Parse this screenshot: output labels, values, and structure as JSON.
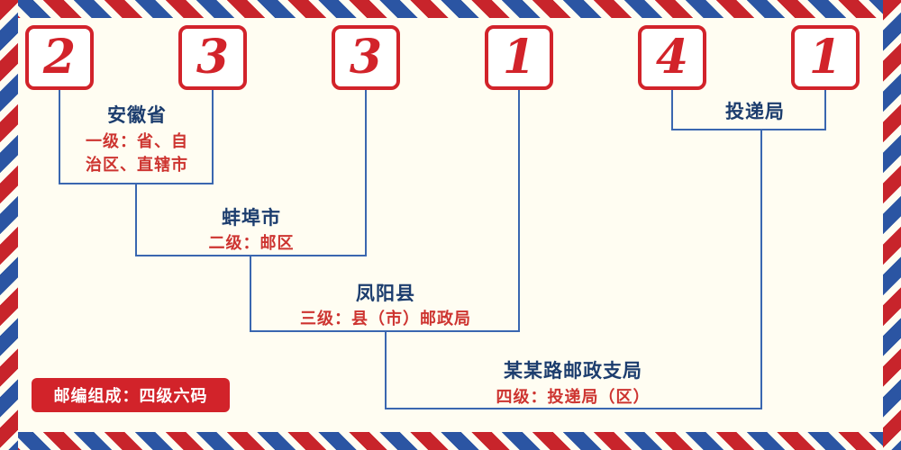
{
  "postal_code": {
    "digits": [
      "2",
      "3",
      "3",
      "1",
      "4",
      "1"
    ]
  },
  "levels": {
    "level1": {
      "place": "安徽省",
      "desc_line1": "一级：省、自",
      "desc_line2": "治区、直辖市"
    },
    "level2": {
      "place": "蚌埠市",
      "desc": "二级：邮区"
    },
    "level3": {
      "place": "凤阳县",
      "desc": "三级：县（市）邮政局"
    },
    "level4": {
      "place": "某某路邮政支局",
      "desc": "四级：投递局（区）"
    },
    "delivery": {
      "label": "投递局"
    }
  },
  "footer": {
    "badge": "邮编组成：四级六码"
  },
  "colors": {
    "digit_red": "#d2232a",
    "text_red": "#cd3430",
    "navy": "#1c3d6e",
    "line_blue": "#3a67b0",
    "stripe_red": "#c8242b",
    "stripe_blue": "#2b55a3",
    "background": "#fffdf2"
  }
}
